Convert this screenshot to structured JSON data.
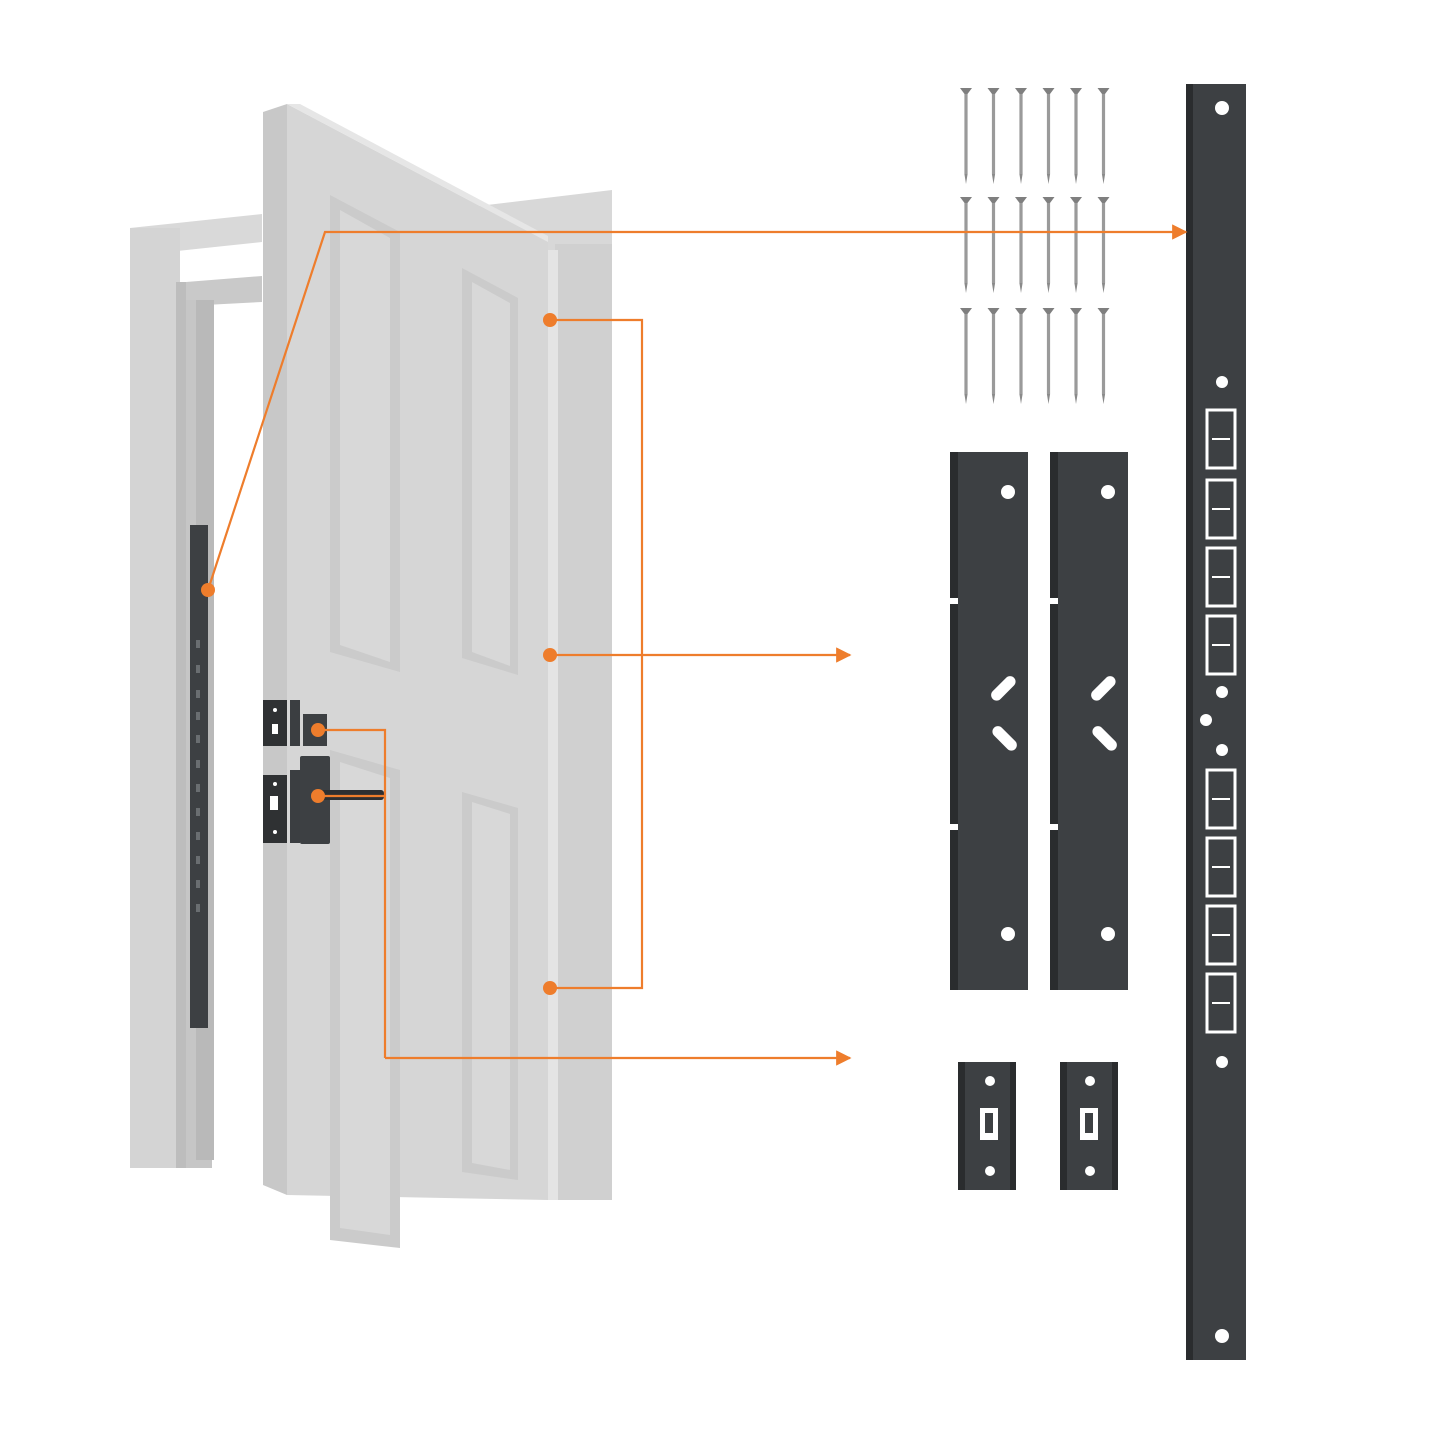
{
  "diagram": {
    "kind": "door security kit exploded view",
    "colors": {
      "background": "#ffffff",
      "accent": "#ee7d2c",
      "door": "#d6d6d6",
      "door_shade": "#c4c4c4",
      "door_light": "#e4e4e4",
      "frame": "#cdcdcd",
      "frame_dark": "#b5b5b5",
      "metal": "#3d4043",
      "metal_edge": "#2a2c2e",
      "screw": "#9a9a9a"
    },
    "icons": [
      "door-illustration",
      "door-frame-illustration",
      "screw-icon",
      "long-strike-plate-icon",
      "hinge-reinforcement-plate-icon",
      "lock-strike-plate-icon",
      "deadbolt-lock-icon",
      "lever-handle-icon"
    ],
    "parts": [
      {
        "id": "screws",
        "count": 18,
        "layout": "3 rows of 6"
      },
      {
        "id": "long-strike-plate",
        "count": 1
      },
      {
        "id": "hinge-reinforcement-plates",
        "count": 2
      },
      {
        "id": "lock-strike-plates",
        "count": 2
      }
    ],
    "callouts": [
      {
        "from": "door-frame-strike-area",
        "to": "long-strike-plate"
      },
      {
        "from": "door-hinge-points",
        "count": 3,
        "to": "hinge-reinforcement-plates"
      },
      {
        "from": "door-lock-area",
        "count": 2,
        "to": "lock-strike-plates"
      }
    ]
  }
}
